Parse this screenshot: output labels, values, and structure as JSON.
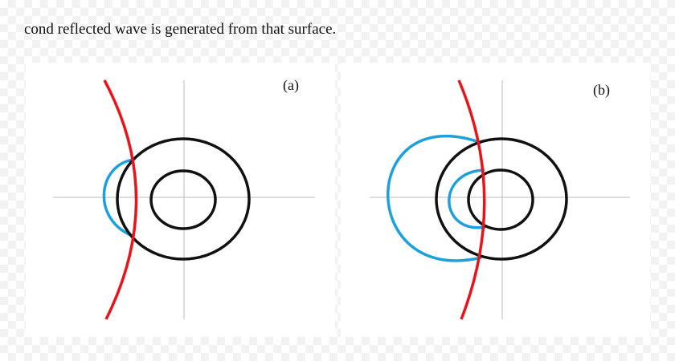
{
  "caption": "cond reflected wave is generated from that surface.",
  "panels": [
    {
      "label": "(a)"
    },
    {
      "label": "(b)"
    }
  ],
  "colors": {
    "axis": "#bbbbbb",
    "inner_circle": "#111111",
    "outer_circle": "#111111",
    "wavefront": "#e8141a",
    "reflected_wave": "#1ea0dc"
  }
}
